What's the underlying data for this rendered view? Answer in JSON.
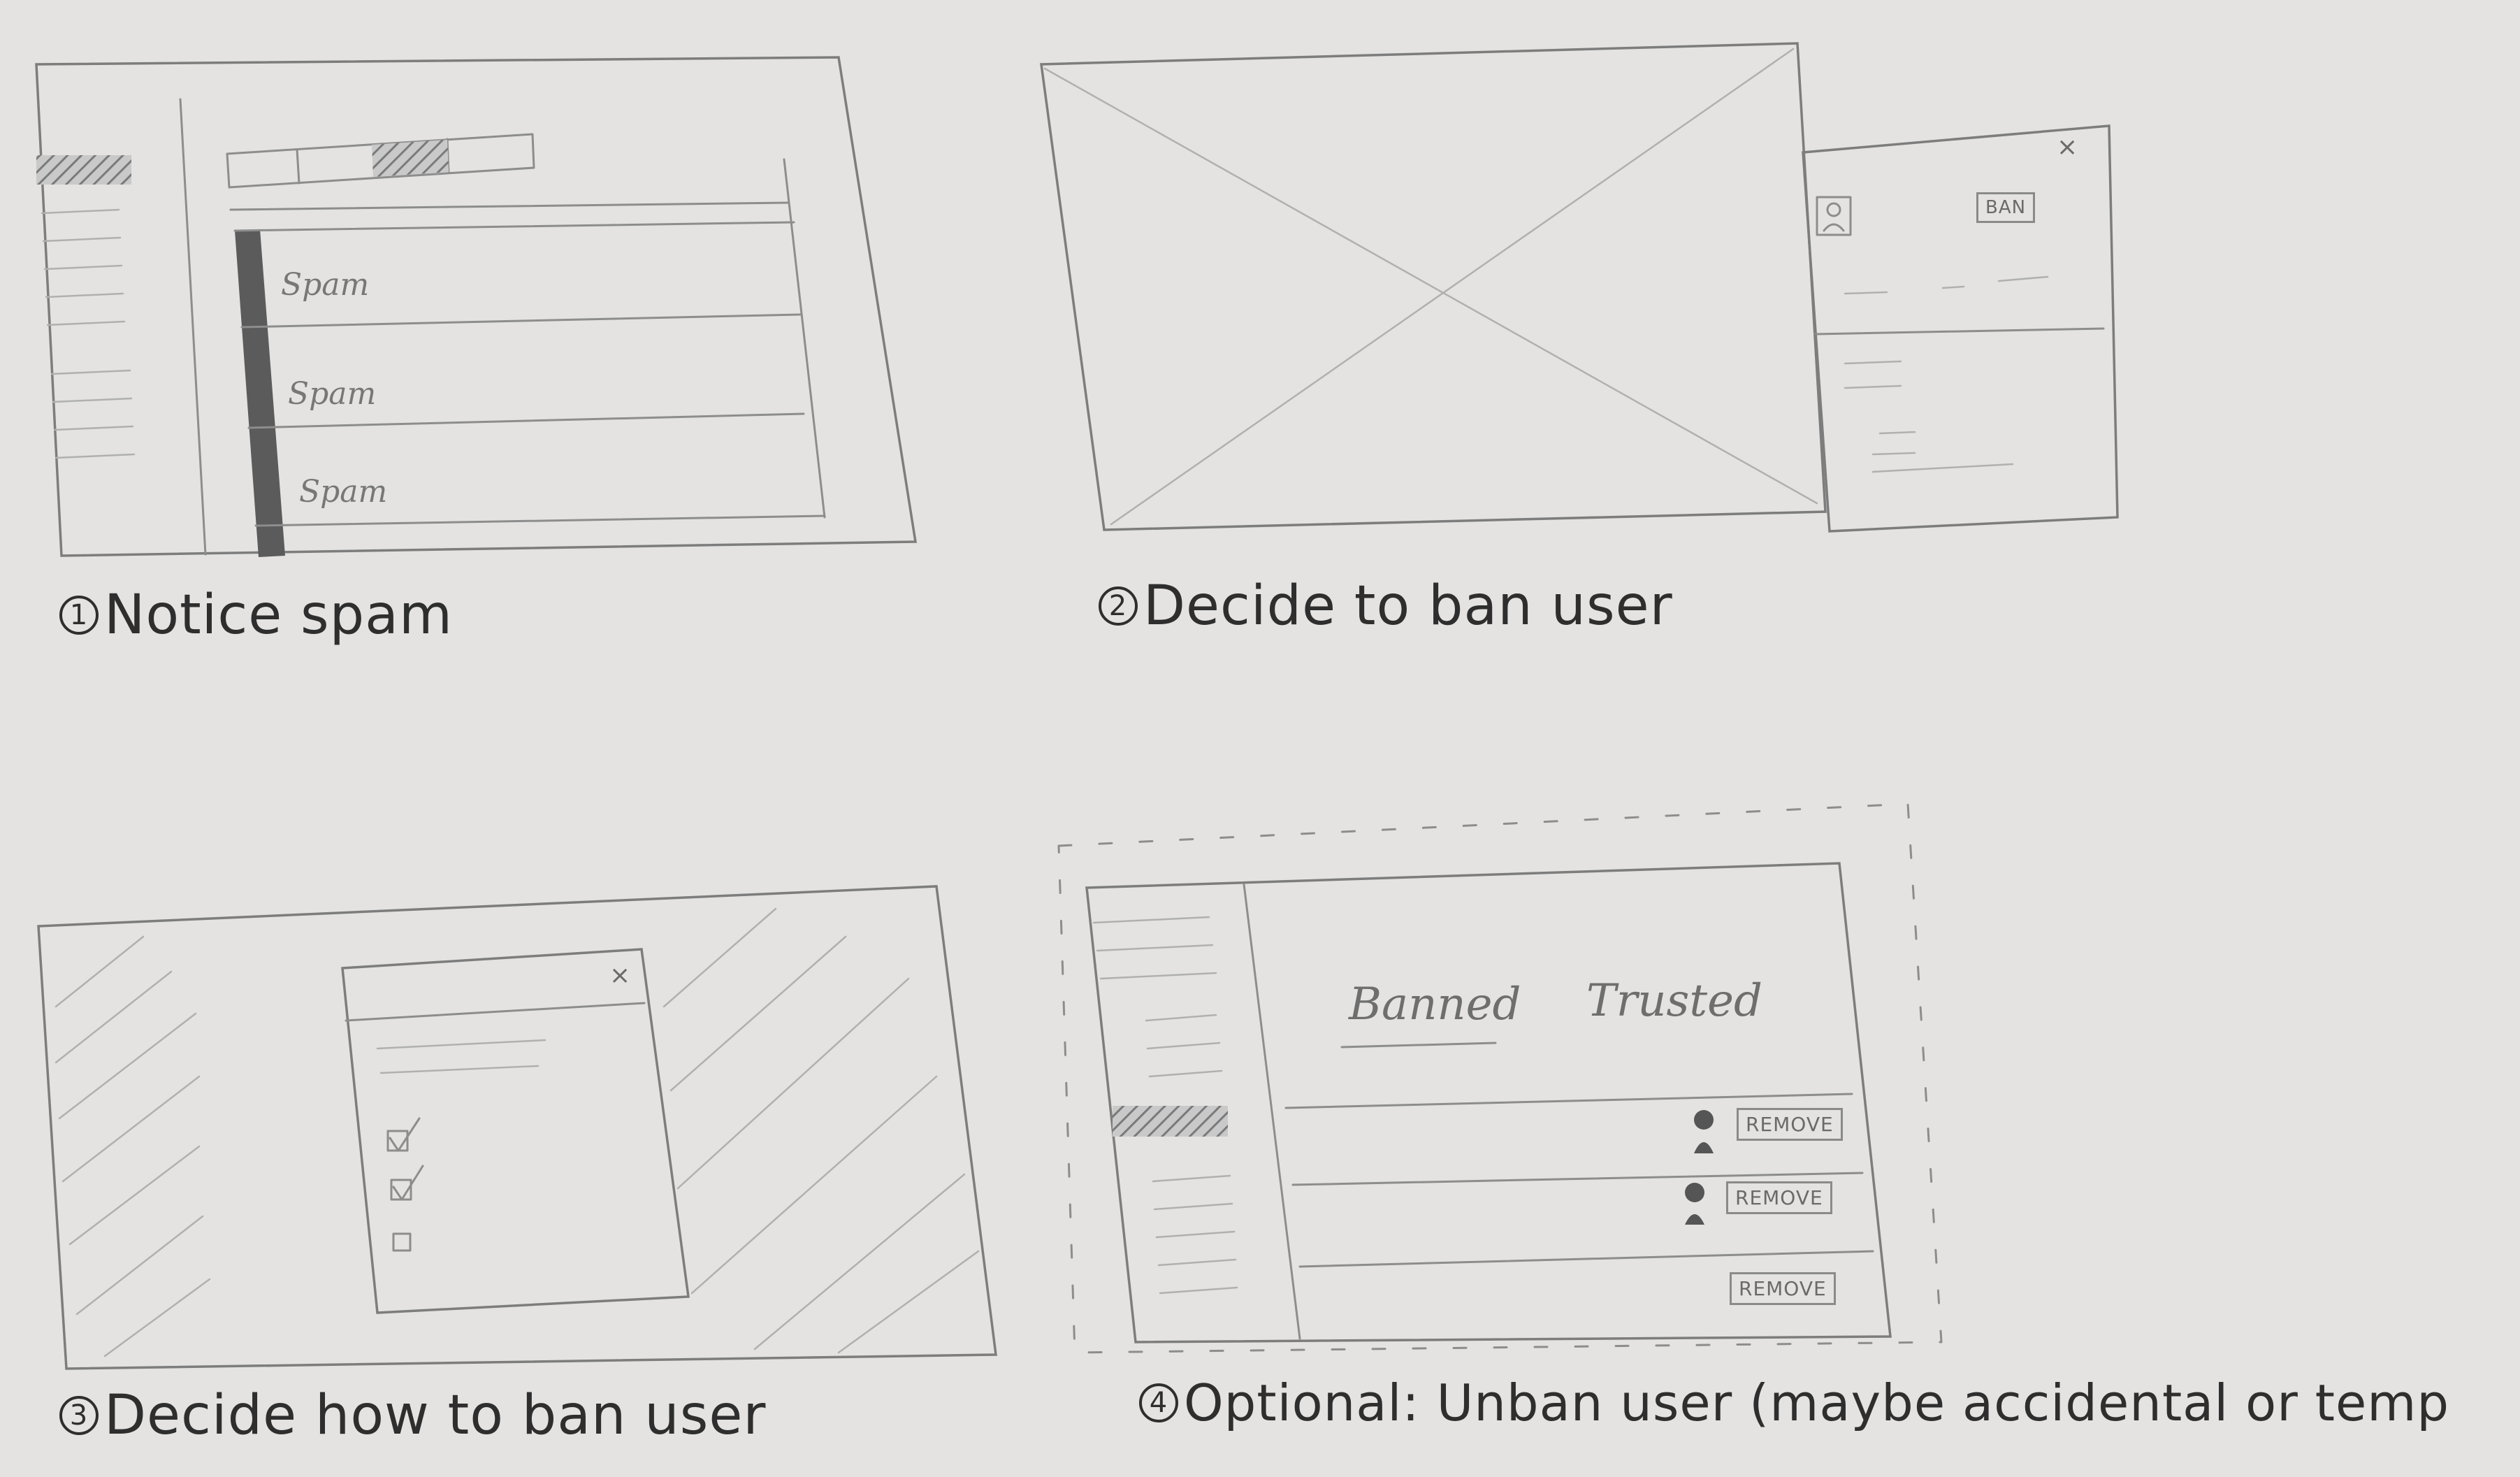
{
  "captions": {
    "step1": {
      "num": "1",
      "text": "Notice spam"
    },
    "step2": {
      "num": "2",
      "text": "Decide to ban user"
    },
    "step3": {
      "num": "3",
      "text": "Decide how to ban user"
    },
    "step4": {
      "num": "4",
      "text": "Optional: Unban user (maybe accidental or temp"
    }
  },
  "panel1": {
    "spam_rows": [
      "Spam",
      "Spam",
      "Spam"
    ]
  },
  "panel2": {
    "close_glyph": "×",
    "ban_button": "BAN",
    "profile_icon": "user-icon"
  },
  "panel3": {
    "close_glyph": "×",
    "checkboxes": [
      {
        "checked": true
      },
      {
        "checked": true
      },
      {
        "checked": false
      }
    ]
  },
  "panel4": {
    "tabs": {
      "banned": "Banned",
      "trusted": "Trusted"
    },
    "remove_buttons": [
      "REMOVE",
      "REMOVE",
      "REMOVE"
    ]
  },
  "colors": {
    "paper": "#e4e3e1",
    "pencil": "#8d8d8d",
    "ink": "#2e2e2e"
  }
}
